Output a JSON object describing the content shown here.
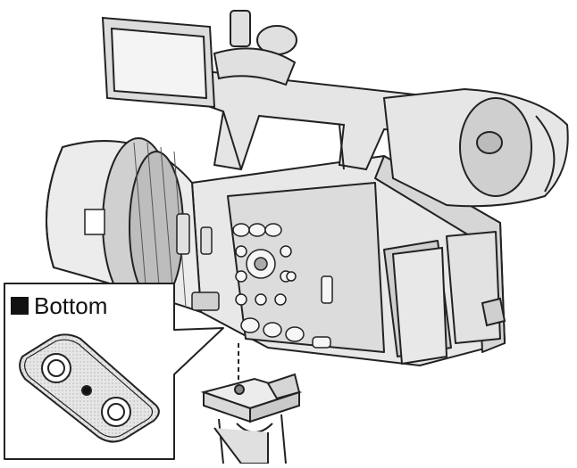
{
  "callout": {
    "label": "Bottom"
  },
  "icons": [
    "camcorder-illustration",
    "tripod-plate",
    "bottom-mount-plate"
  ],
  "colors": {
    "line": "#222222",
    "fill_light": "#f2f2f2",
    "fill_mid": "#d9d9d9",
    "fill_dark": "#9a9a9a"
  }
}
